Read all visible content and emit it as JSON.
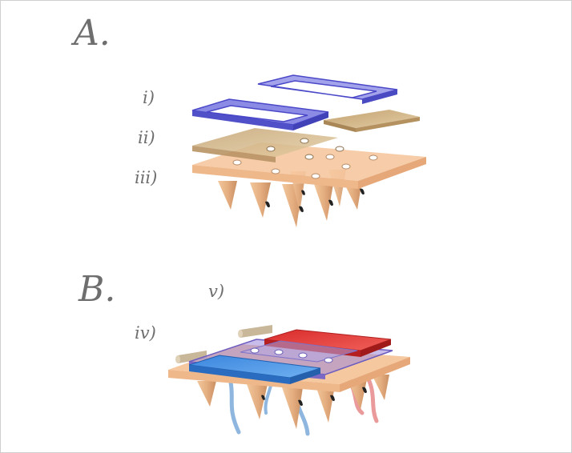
{
  "panels": {
    "a": {
      "title": "A.",
      "layers": [
        "i)",
        "ii)",
        "iii)"
      ]
    },
    "b": {
      "title": "B.",
      "layers": [
        "v)",
        "iv)"
      ]
    }
  },
  "colors": {
    "frame_blue": "#5a5ad8",
    "gold_film": "#c8aa78",
    "skin_substrate": "#f6c9a2",
    "microneedle": "#e7b488",
    "blue_electrode": "#3f8be0",
    "red_electrode": "#e23a3a",
    "blue_wire": "#8fb6de",
    "red_wire": "#ea9a9a"
  }
}
